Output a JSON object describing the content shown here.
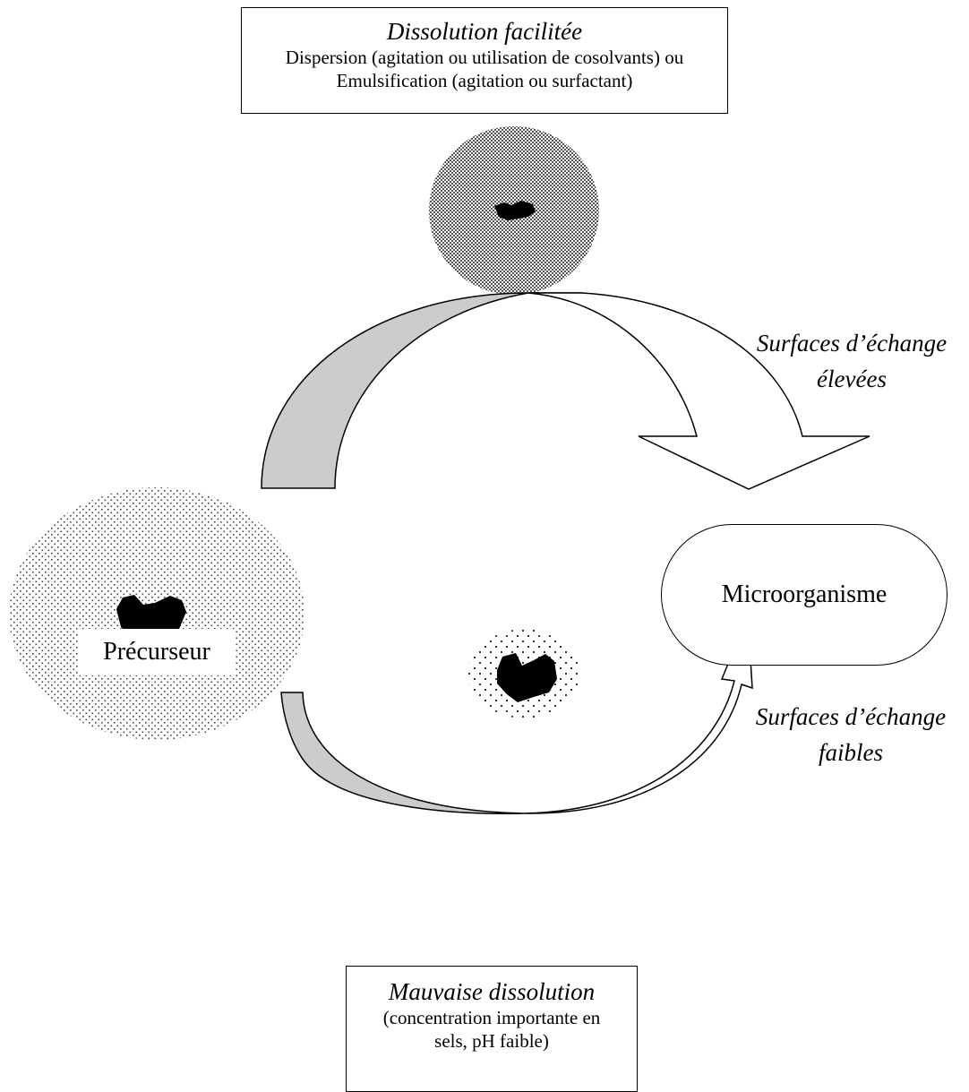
{
  "top_box": {
    "title": "Dissolution facilitée",
    "line1": "Dispersion (agitation ou utilisation de cosolvants) ou",
    "line2": "Emulsification (agitation ou surfactant)"
  },
  "bottom_box": {
    "title": "Mauvaise dissolution",
    "line1": "(concentration importante en",
    "line2": "sels, pH faible)"
  },
  "labels": {
    "high_line1": "Surfaces d’échange",
    "high_line2": "élevées",
    "low_line1": "Surfaces d’échange",
    "low_line2": "faibles",
    "precursor": "Précurseur",
    "microorganism": "Microorganisme"
  },
  "colors": {
    "arrow_shade": "#cccccc",
    "dots": "#000000",
    "droplet": "#000000"
  }
}
